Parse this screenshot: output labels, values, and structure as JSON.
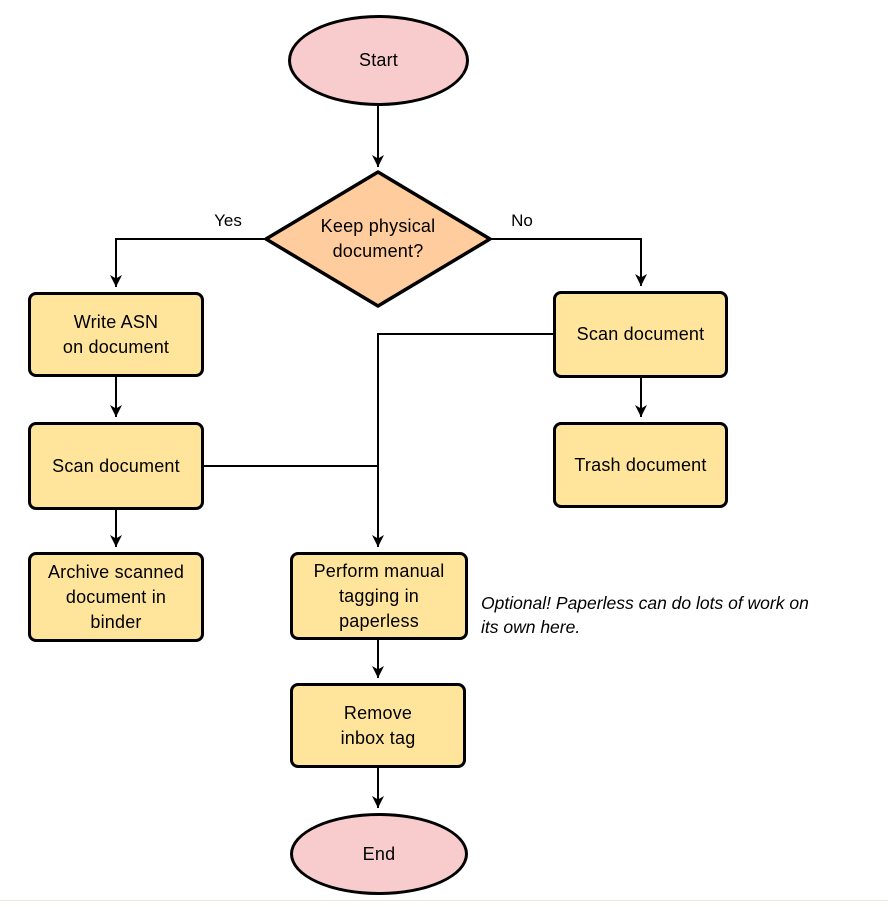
{
  "diagram": {
    "type": "flowchart",
    "colors": {
      "background": "#ffffff",
      "terminal_fill": "#f8cccc",
      "decision_fill": "#ffcc9e",
      "process_fill": "#ffe59c",
      "stroke": "#000000"
    },
    "nodes": {
      "start": {
        "shape": "ellipse",
        "lines": [
          "Start"
        ]
      },
      "decision": {
        "shape": "diamond",
        "lines": [
          "Keep physical",
          "document?"
        ]
      },
      "write_asn": {
        "shape": "process",
        "lines": [
          "Write ASN",
          "on document"
        ]
      },
      "scan_left": {
        "shape": "process",
        "lines": [
          "Scan document"
        ]
      },
      "archive": {
        "shape": "process",
        "lines": [
          "Archive scanned",
          "document in",
          "binder"
        ]
      },
      "scan_right": {
        "shape": "process",
        "lines": [
          "Scan document"
        ]
      },
      "trash": {
        "shape": "process",
        "lines": [
          "Trash document"
        ]
      },
      "perform": {
        "shape": "process",
        "lines": [
          "Perform manual",
          "tagging in",
          "paperless"
        ]
      },
      "remove": {
        "shape": "process",
        "lines": [
          "Remove",
          "inbox tag"
        ]
      },
      "end": {
        "shape": "ellipse",
        "lines": [
          "End"
        ]
      }
    },
    "edge_labels": {
      "yes": "Yes",
      "no": "No"
    },
    "annotation": {
      "lines": [
        "Optional! Paperless can do lots of work on",
        "its own here."
      ]
    }
  }
}
